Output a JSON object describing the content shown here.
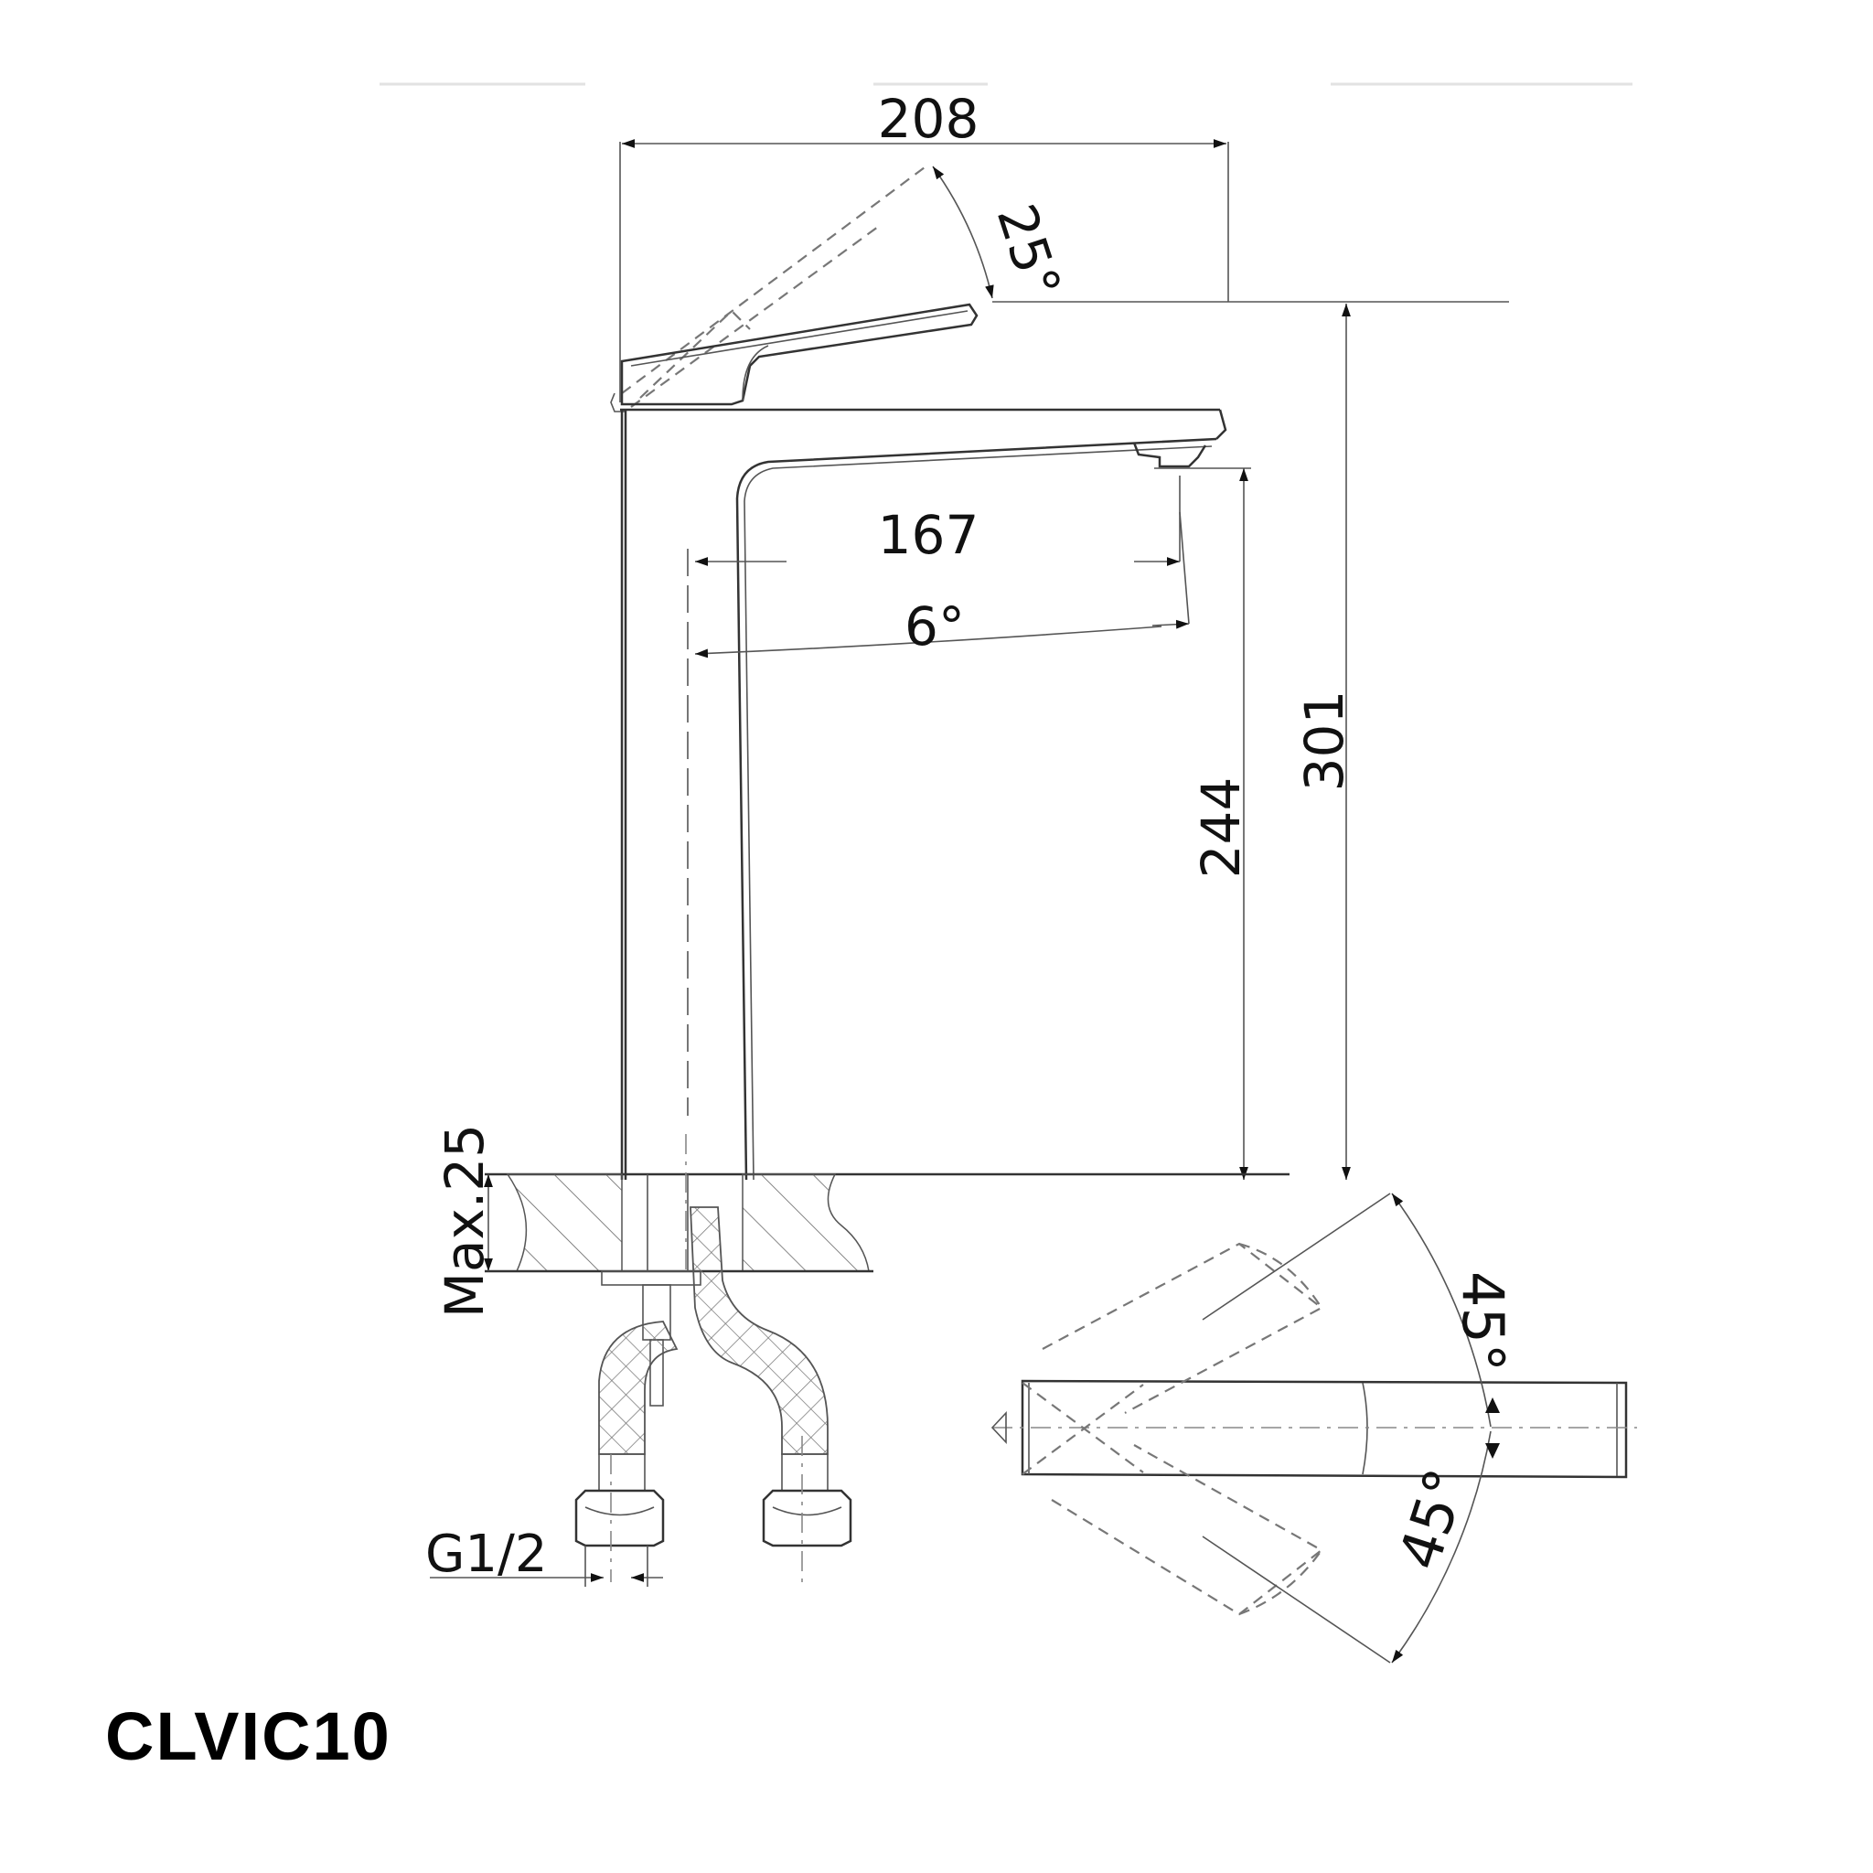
{
  "drawing": {
    "model": "CLVIC10",
    "views": [
      "side-elevation",
      "top-plan"
    ]
  },
  "dimensions": {
    "overall_width": "208",
    "lever_tilt": "25°",
    "spout_reach": "167",
    "spout_angle": "6°",
    "spout_height": "244",
    "overall_height": "301",
    "max_deck_thickness": "Max.25",
    "connection_thread": "G1/2",
    "rotation_left": "45°",
    "rotation_right": "45°"
  },
  "colors": {
    "line": "#333333",
    "text": "#111111",
    "background": "#ffffff"
  }
}
